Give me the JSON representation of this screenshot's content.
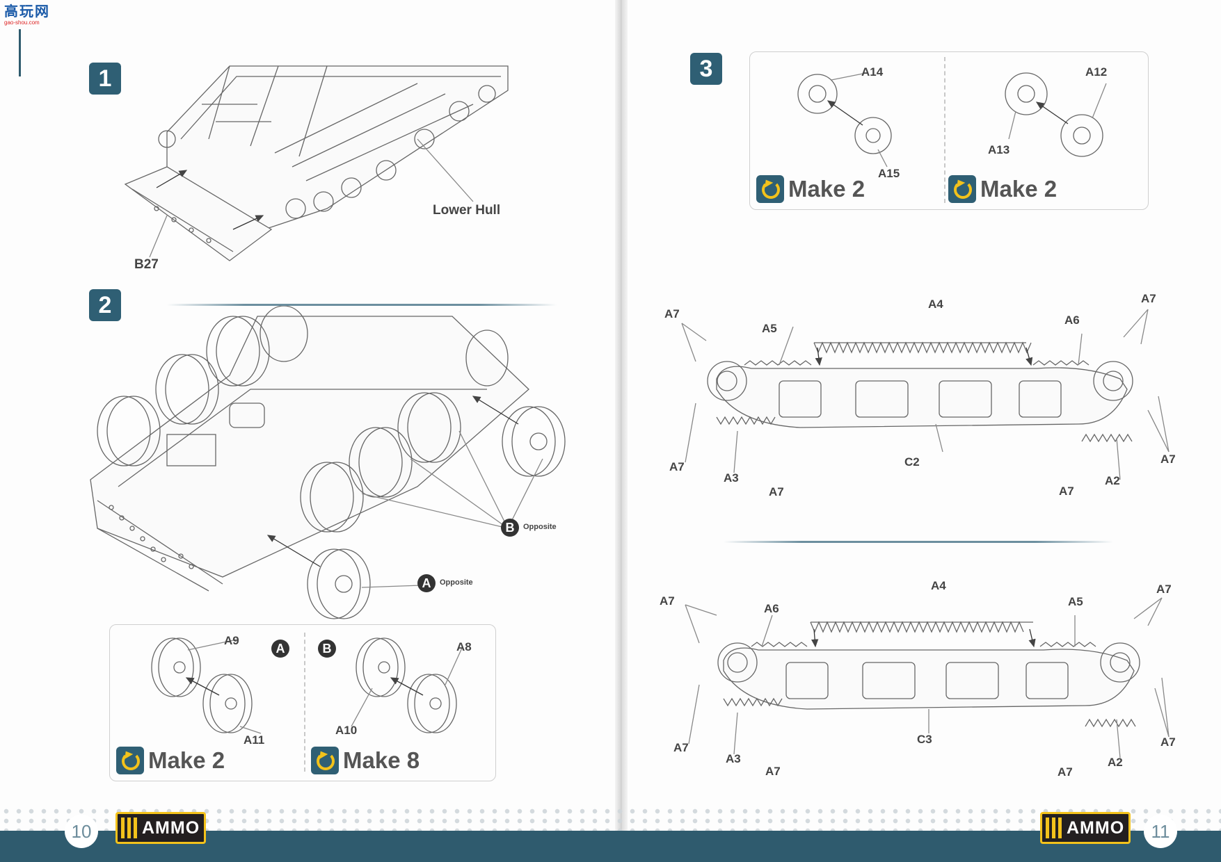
{
  "watermark": {
    "text": "高玩网",
    "sub": "gao-shou.com"
  },
  "left_page": {
    "page_number": "10",
    "brand": "AMMO",
    "step1": {
      "number": "1",
      "labels": {
        "lower_hull": "Lower Hull",
        "b27": "B27"
      }
    },
    "step2": {
      "number": "2",
      "callouts": {
        "b_letter": "B",
        "b_text": "Opposite",
        "a_letter": "A",
        "a_text": "Opposite"
      },
      "panel": {
        "left": {
          "badge": "A",
          "part_top": "A9",
          "part_bottom": "A11",
          "make": "Make 2"
        },
        "right": {
          "badge": "B",
          "part_top": "A8",
          "part_bottom": "A10",
          "make": "Make 8"
        }
      }
    }
  },
  "right_page": {
    "page_number": "11",
    "brand": "AMMO",
    "step3": {
      "number": "3",
      "left": {
        "part1": "A14",
        "part2": "A15",
        "make": "Make 2"
      },
      "right": {
        "part1": "A12",
        "part2": "A13",
        "make": "Make 2"
      }
    },
    "track_top": {
      "a4": "A4",
      "a5": "A5",
      "a6": "A6",
      "c2": "C2",
      "a3": "A3",
      "a2": "A2",
      "a7_1": "A7",
      "a7_2": "A7",
      "a7_3": "A7",
      "a7_4": "A7",
      "a7_5": "A7",
      "a7_6": "A7"
    },
    "track_bottom": {
      "a4": "A4",
      "a5": "A5",
      "a6": "A6",
      "c3": "C3",
      "a3": "A3",
      "a2": "A2",
      "a7_1": "A7",
      "a7_2": "A7",
      "a7_3": "A7",
      "a7_4": "A7",
      "a7_5": "A7",
      "a7_6": "A7"
    }
  }
}
